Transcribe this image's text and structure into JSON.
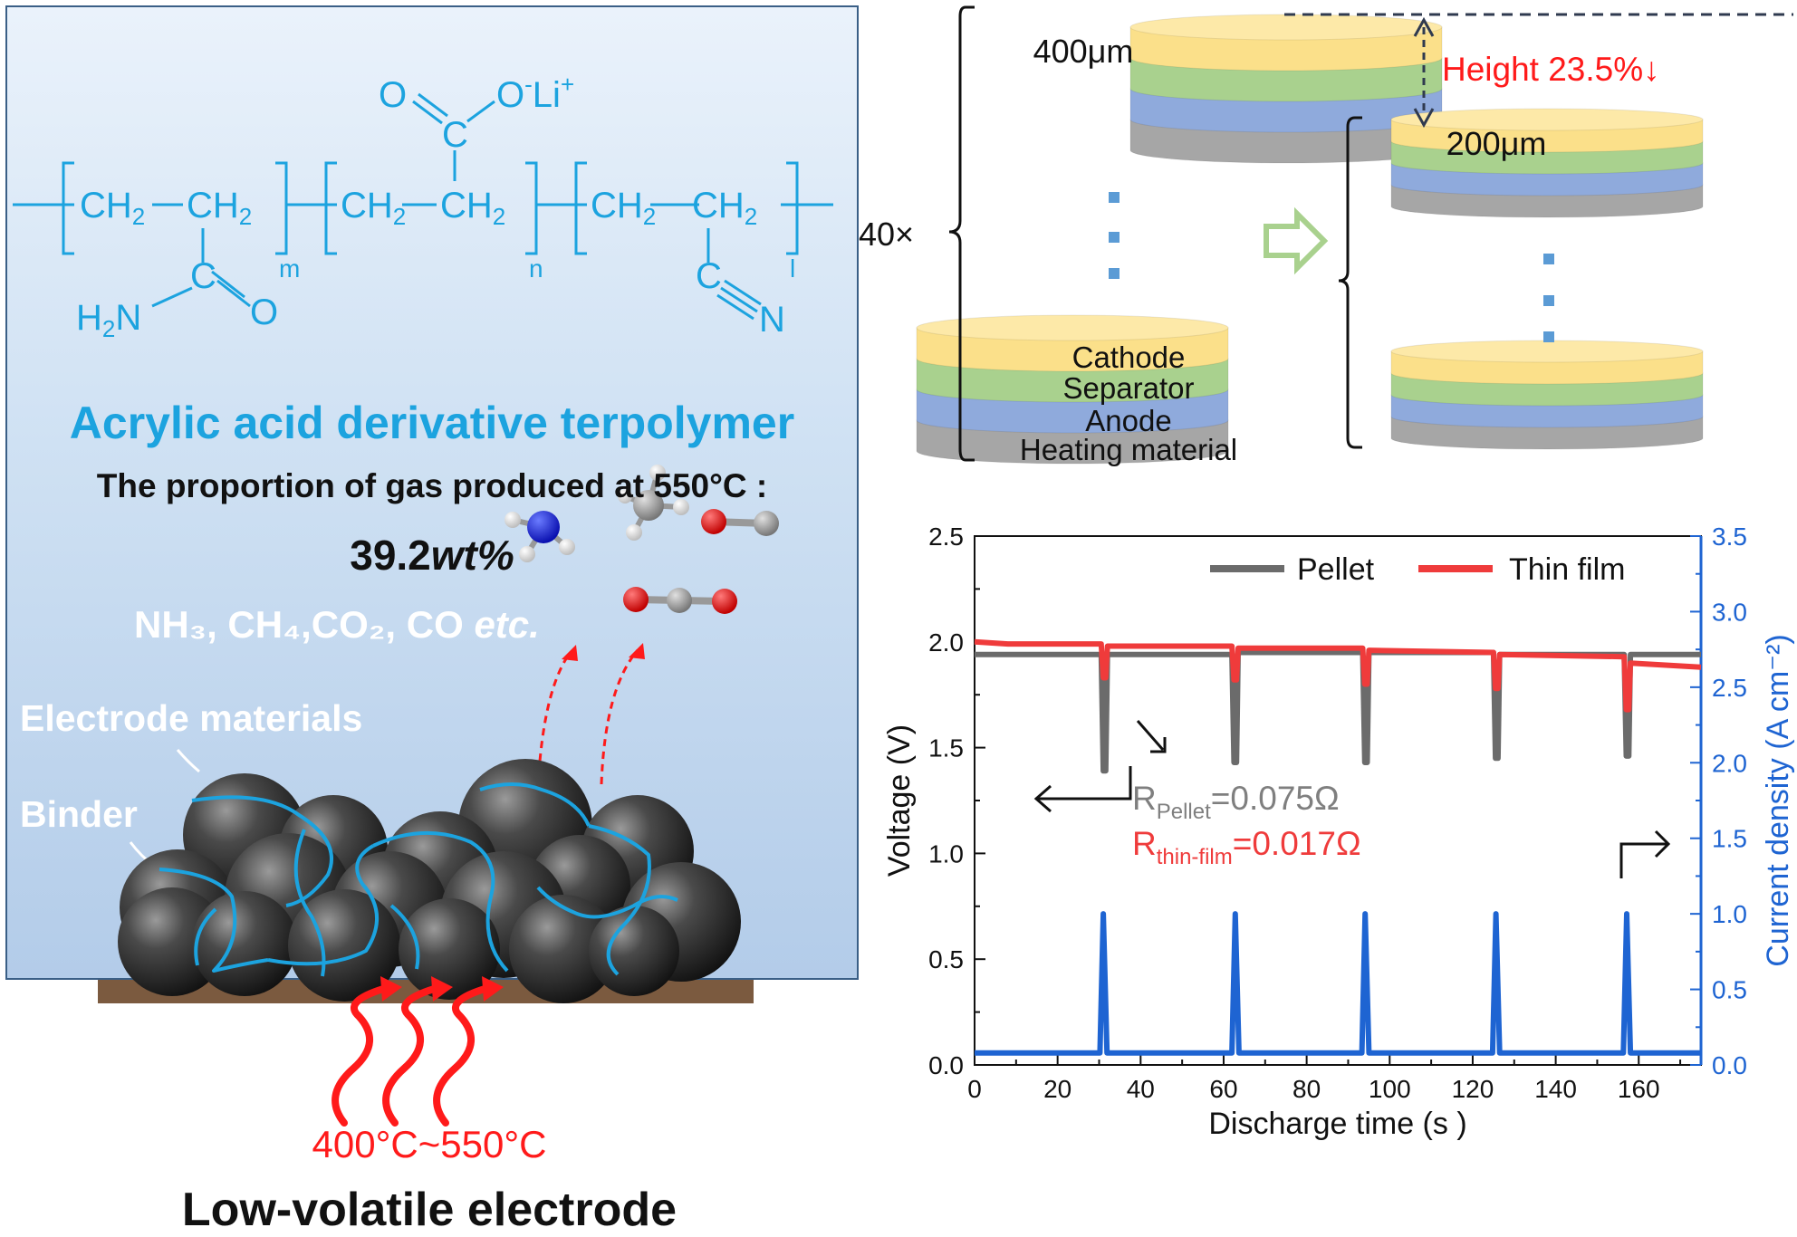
{
  "left": {
    "polymer_title": "Acrylic acid derivative terpolymer",
    "gas_line": "The proportion of gas produced at 550°C :",
    "gas_value_num": "39.2",
    "gas_value_unit": "wt%",
    "gas_list_main": "NH₃, CH₄,CO₂, CO ",
    "gas_list_etc": "etc.",
    "electrode_label": "Electrode materials",
    "binder_label": "Binder",
    "temperature": "400°C~550°C",
    "caption": "Low-volatile electrode",
    "structure": {
      "ch2": "CH",
      "sub2": "2",
      "o": "O",
      "c": "C",
      "n": "N",
      "h": "H",
      "li": "Li",
      "plus": "+",
      "minus": "-",
      "m": "m",
      "n_idx": "n",
      "l": "l"
    }
  },
  "stack": {
    "thick_label": "400μm",
    "thin_label": "200μm",
    "multiplier": "40×",
    "height_label": "Height 23.5%↓",
    "layers": [
      "Cathode",
      "Separator",
      "Anode",
      "Heating material"
    ],
    "colors": {
      "cathode": "#fbe08a",
      "separator": "#a9d18e",
      "anode": "#8faadc",
      "heating": "#a6a6a6",
      "arrow": "#a9d18e",
      "dots": "#5b9bd5"
    }
  },
  "chart_data": {
    "type": "line",
    "xlabel": "Discharge time (s )",
    "ylabel_left": "Voltage (V)",
    "ylabel_right": "Current density (A cm⁻²)",
    "xlim": [
      0,
      175
    ],
    "ylim_left": [
      0,
      2.5
    ],
    "ylim_right": [
      0,
      3.5
    ],
    "xticks": [
      "0",
      "20",
      "40",
      "60",
      "80",
      "100",
      "120",
      "140",
      "160"
    ],
    "yticks_left": [
      "0.0",
      "0.5",
      "1.0",
      "1.5",
      "2.0",
      "2.5"
    ],
    "yticks_right": [
      "0.0",
      "0.5",
      "1.0",
      "1.5",
      "2.0",
      "2.5",
      "3.0",
      "3.5"
    ],
    "pulse_times": [
      31,
      62.5,
      94,
      125.5,
      157
    ],
    "series": [
      {
        "name": "Pellet",
        "axis": "left",
        "color": "#6b6b6b",
        "x": [
          0,
          30.5,
          31,
          31.6,
          32,
          62,
          62.5,
          63.1,
          63.5,
          93.5,
          94,
          94.6,
          95,
          125,
          125.5,
          126.1,
          126.5,
          156.5,
          157,
          157.6,
          158,
          175
        ],
        "y": [
          1.94,
          1.94,
          1.39,
          1.39,
          1.94,
          1.94,
          1.43,
          1.43,
          1.95,
          1.95,
          1.43,
          1.43,
          1.95,
          1.95,
          1.45,
          1.45,
          1.94,
          1.94,
          1.46,
          1.46,
          1.94,
          1.94
        ]
      },
      {
        "name": "Thin film",
        "axis": "left",
        "color": "#ef3b3b",
        "x": [
          0,
          8,
          30.5,
          31,
          31.6,
          32,
          62,
          62.5,
          63.1,
          63.5,
          93.5,
          94,
          94.6,
          95,
          125,
          125.5,
          126.1,
          126.5,
          156.5,
          157,
          157.6,
          158,
          175
        ],
        "y": [
          2.0,
          1.99,
          1.99,
          1.83,
          1.83,
          1.98,
          1.98,
          1.82,
          1.82,
          1.97,
          1.97,
          1.8,
          1.8,
          1.96,
          1.95,
          1.78,
          1.78,
          1.94,
          1.93,
          1.68,
          1.68,
          1.9,
          1.88
        ]
      },
      {
        "name": "Current density",
        "axis": "right",
        "color": "#1e64d2",
        "x": [
          0,
          30.2,
          31,
          31.9,
          62,
          62.8,
          63.7,
          93.3,
          94.1,
          95,
          124.8,
          125.6,
          126.5,
          156.3,
          157.1,
          158,
          175
        ],
        "y": [
          0.08,
          0.08,
          1.0,
          0.08,
          0.08,
          1.0,
          0.08,
          0.08,
          1.0,
          0.08,
          0.08,
          1.0,
          0.08,
          0.08,
          1.0,
          0.08,
          0.08
        ]
      }
    ],
    "legend": {
      "position": "top-right",
      "entries": [
        "Pellet",
        "Thin film"
      ]
    },
    "annotations": {
      "r_main": "R",
      "r_pellet_sub": "Pellet",
      "r_pellet_val": "=0.075Ω",
      "r_thin_sub": "thin-film",
      "r_thin_val": "=0.017Ω"
    }
  }
}
